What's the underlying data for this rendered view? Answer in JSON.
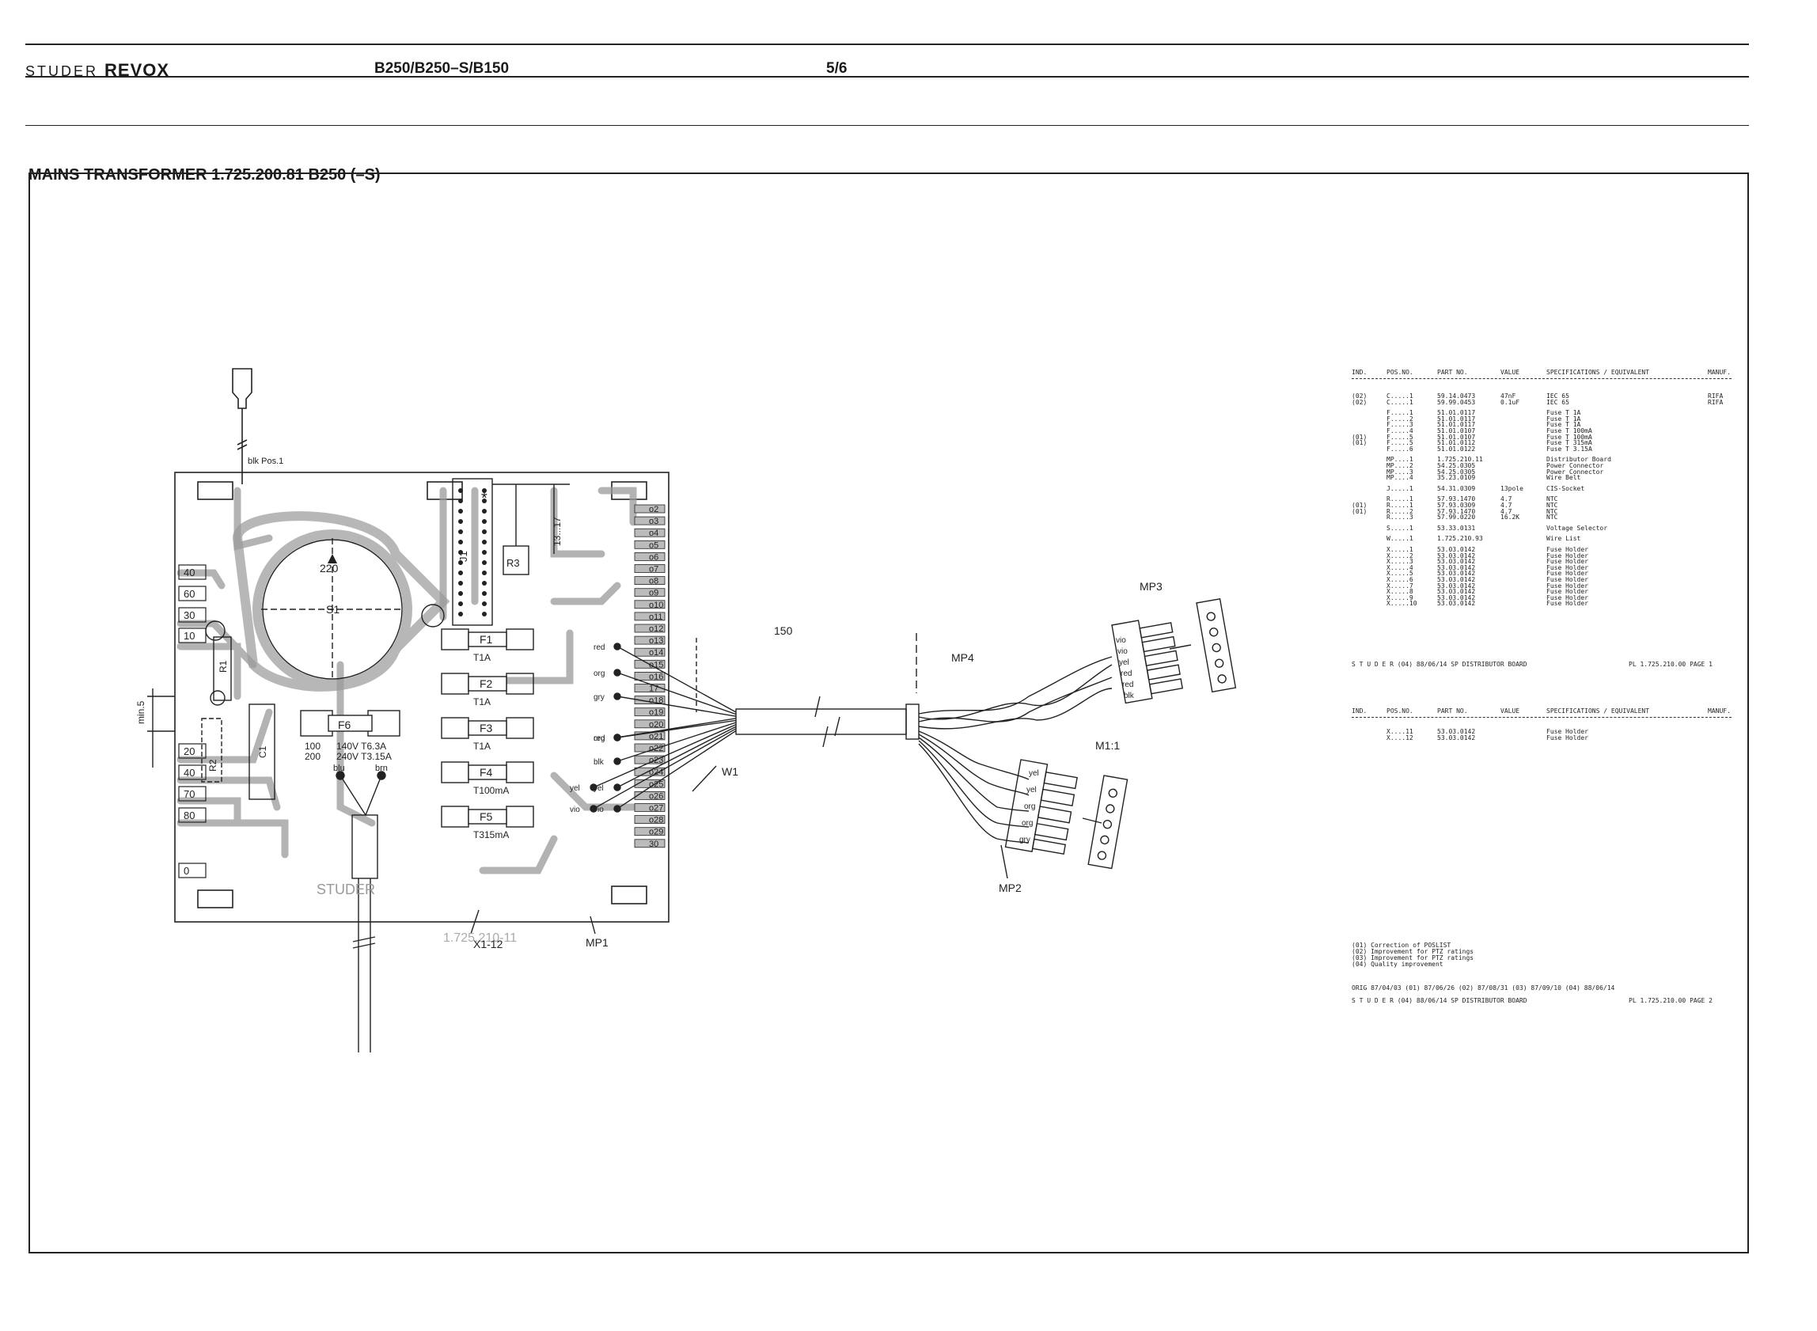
{
  "header": {
    "logo_left": "STUDER",
    "logo_right": "REVOX",
    "model": "B250/B250–S/B150",
    "page": "5/6"
  },
  "section": {
    "title": "MAINS TRANSFORMER 1.725.200.81 B250 (–S)"
  },
  "diagram": {
    "wire_label": "blk Pos.1",
    "selector_value": "220",
    "selector_name": "S1",
    "left_terminals": [
      "40",
      "60",
      "30",
      "10",
      "20",
      "40",
      "70",
      "80",
      "0"
    ],
    "min_label": "min.5",
    "resistor_labels": [
      "R1",
      "R2",
      "C1",
      "R3",
      "J1"
    ],
    "r3_dim": "13...17",
    "f6": {
      "name": "F6",
      "left1": "100",
      "left2": "200",
      "mid1": "140V T6.3A",
      "mid2": "240V T3.15A",
      "blu": "blu",
      "brn": "brn"
    },
    "fuses": [
      {
        "name": "F1",
        "rating": "T1A"
      },
      {
        "name": "F2",
        "rating": "T1A"
      },
      {
        "name": "F3",
        "rating": "T1A"
      },
      {
        "name": "F4",
        "rating": "T100mA"
      },
      {
        "name": "F5",
        "rating": "T315mA"
      }
    ],
    "right_pins": [
      "o2",
      "o3",
      "o4",
      "o5",
      "o6",
      "o7",
      "o8",
      "o9",
      "o10",
      "o11",
      "o12",
      "o13",
      "o14",
      "o15",
      "o16",
      "17",
      "o18",
      "o19",
      "o20",
      "o21",
      "o22",
      "o23",
      "o24",
      "o25",
      "o26",
      "o27",
      "o28",
      "o29",
      "30"
    ],
    "wire_colors": [
      "red",
      "org",
      "gry",
      "org",
      "red",
      "blk",
      "yel",
      "yel",
      "vio",
      "vio"
    ],
    "board_marking": "1.725.210-11",
    "board_logo": "STUDER",
    "labels": {
      "x": "X1-12",
      "mp1": "MP1",
      "w1": "W1",
      "dim150": "150",
      "mp4": "MP4",
      "mp3": "MP3",
      "mp2": "MP2",
      "scale": "M1:1"
    },
    "mp3_wires": [
      "vio",
      "vio",
      "yel",
      "red",
      "red",
      "blk"
    ],
    "mp2_wires": [
      "yel",
      "yel",
      "org",
      "org",
      "gry"
    ]
  },
  "parts_list_1": {
    "headers": [
      "IND.",
      "POS.NO.",
      "PART NO.",
      "VALUE",
      "SPECIFICATIONS / EQUIVALENT",
      "MANUF."
    ],
    "rows": [
      [
        "(02)",
        "C.....1",
        "59.14.0473",
        "47nF",
        "IEC 65",
        "RIFA"
      ],
      [
        "(02)",
        "C.....1",
        "59.99.0453",
        "0.1uF",
        "IEC 65",
        "RIFA"
      ],
      [
        "",
        "F.....1",
        "51.01.0117",
        "",
        "Fuse T    1A",
        ""
      ],
      [
        "",
        "F.....2",
        "51.01.0117",
        "",
        "Fuse T    1A",
        ""
      ],
      [
        "",
        "F.....3",
        "51.01.0117",
        "",
        "Fuse T    1A",
        ""
      ],
      [
        "",
        "F.....4",
        "51.01.0107",
        "",
        "Fuse T  100mA",
        ""
      ],
      [
        "(01)",
        "F.....5",
        "51.01.0107",
        "",
        "Fuse T  100mA",
        ""
      ],
      [
        "(01)",
        "F.....5",
        "51.01.0112",
        "",
        "Fuse T  315mA",
        ""
      ],
      [
        "",
        "F.....6",
        "51.01.0122",
        "",
        "Fuse T 3.15A",
        ""
      ],
      [
        "",
        "MP....1",
        "1.725.210.11",
        "",
        "Distributor Board",
        ""
      ],
      [
        "",
        "MP....2",
        "54.25.0305",
        "",
        "Power Connector",
        ""
      ],
      [
        "",
        "MP....3",
        "54.25.0305",
        "",
        "Power Connector",
        ""
      ],
      [
        "",
        "MP....4",
        "35.23.0109",
        "",
        "Wire Belt",
        ""
      ],
      [
        "",
        "J.....1",
        "54.31.0309",
        "13pole",
        "CIS-Socket",
        ""
      ],
      [
        "",
        "R.....1",
        "57.93.1470",
        "4.7",
        "NTC",
        ""
      ],
      [
        "(01)",
        "R.....1",
        "57.93.0309",
        "4.7",
        "NTC",
        ""
      ],
      [
        "(01)",
        "R.....2",
        "57.93.1470",
        "4.7",
        "NTC",
        ""
      ],
      [
        "",
        "R.....3",
        "57.99.0220",
        "16.2K",
        "NTC",
        ""
      ],
      [
        "",
        "S.....1",
        "53.33.0131",
        "",
        "Voltage Selector",
        ""
      ],
      [
        "",
        "W.....1",
        "1.725.210.93",
        "",
        "Wire List",
        ""
      ],
      [
        "",
        "X.....1",
        "53.03.0142",
        "",
        "Fuse Holder",
        ""
      ],
      [
        "",
        "X.....2",
        "53.03.0142",
        "",
        "Fuse Holder",
        ""
      ],
      [
        "",
        "X.....3",
        "53.03.0142",
        "",
        "Fuse Holder",
        ""
      ],
      [
        "",
        "X.....4",
        "53.03.0142",
        "",
        "Fuse Holder",
        ""
      ],
      [
        "",
        "X.....5",
        "53.03.0142",
        "",
        "Fuse Holder",
        ""
      ],
      [
        "",
        "X.....6",
        "53.03.0142",
        "",
        "Fuse Holder",
        ""
      ],
      [
        "",
        "X.....7",
        "53.03.0142",
        "",
        "Fuse Holder",
        ""
      ],
      [
        "",
        "X.....8",
        "53.03.0142",
        "",
        "Fuse Holder",
        ""
      ],
      [
        "",
        "X.....9",
        "53.03.0142",
        "",
        "Fuse Holder",
        ""
      ],
      [
        "",
        "X.....10",
        "53.03.0142",
        "",
        "Fuse Holder",
        ""
      ]
    ],
    "footer_left": "S T U D E R    (04) 88/06/14 SP    DISTRIBUTOR BOARD",
    "footer_right": "PL 1.725.210.00  PAGE   1"
  },
  "parts_list_2": {
    "headers": [
      "IND.",
      "POS.NO.",
      "PART NO.",
      "VALUE",
      "SPECIFICATIONS / EQUIVALENT",
      "MANUF."
    ],
    "rows": [
      [
        "",
        "X....11",
        "53.03.0142",
        "",
        "Fuse Holder",
        ""
      ],
      [
        "",
        "X....12",
        "53.03.0142",
        "",
        "Fuse Holder",
        ""
      ]
    ]
  },
  "notes": {
    "lines": [
      "(01) Correction of POSLIST",
      "(02) Improvement for PTZ ratings",
      "(03) Improvement for PTZ ratings",
      "(04) Quality improvement"
    ],
    "dates": "ORIG 87/04/03   (01) 87/06/26   (02) 87/08/31   (03) 87/09/10   (04) 88/06/14",
    "footer_left": "S T U D E R    (04) 88/06/14 SP    DISTRIBUTOR BOARD",
    "footer_right": "PL 1.725.210.00  PAGE   2"
  }
}
